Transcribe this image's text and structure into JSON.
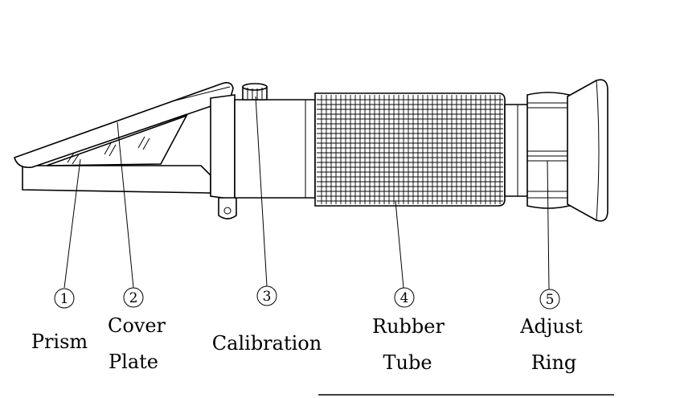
{
  "parts": [
    {
      "number": "1",
      "label_lines": [
        "Prism"
      ]
    },
    {
      "number": "2",
      "label_lines": [
        "Cover",
        "Plate"
      ]
    },
    {
      "number": "3",
      "label_lines": [
        "Calibration"
      ]
    },
    {
      "number": "4",
      "label_lines": [
        "Rubber",
        "Tube"
      ]
    },
    {
      "number": "5",
      "label_lines": [
        "Adjust",
        "Ring"
      ]
    }
  ],
  "colors": {
    "ink": "#000000",
    "background": "#ffffff"
  }
}
